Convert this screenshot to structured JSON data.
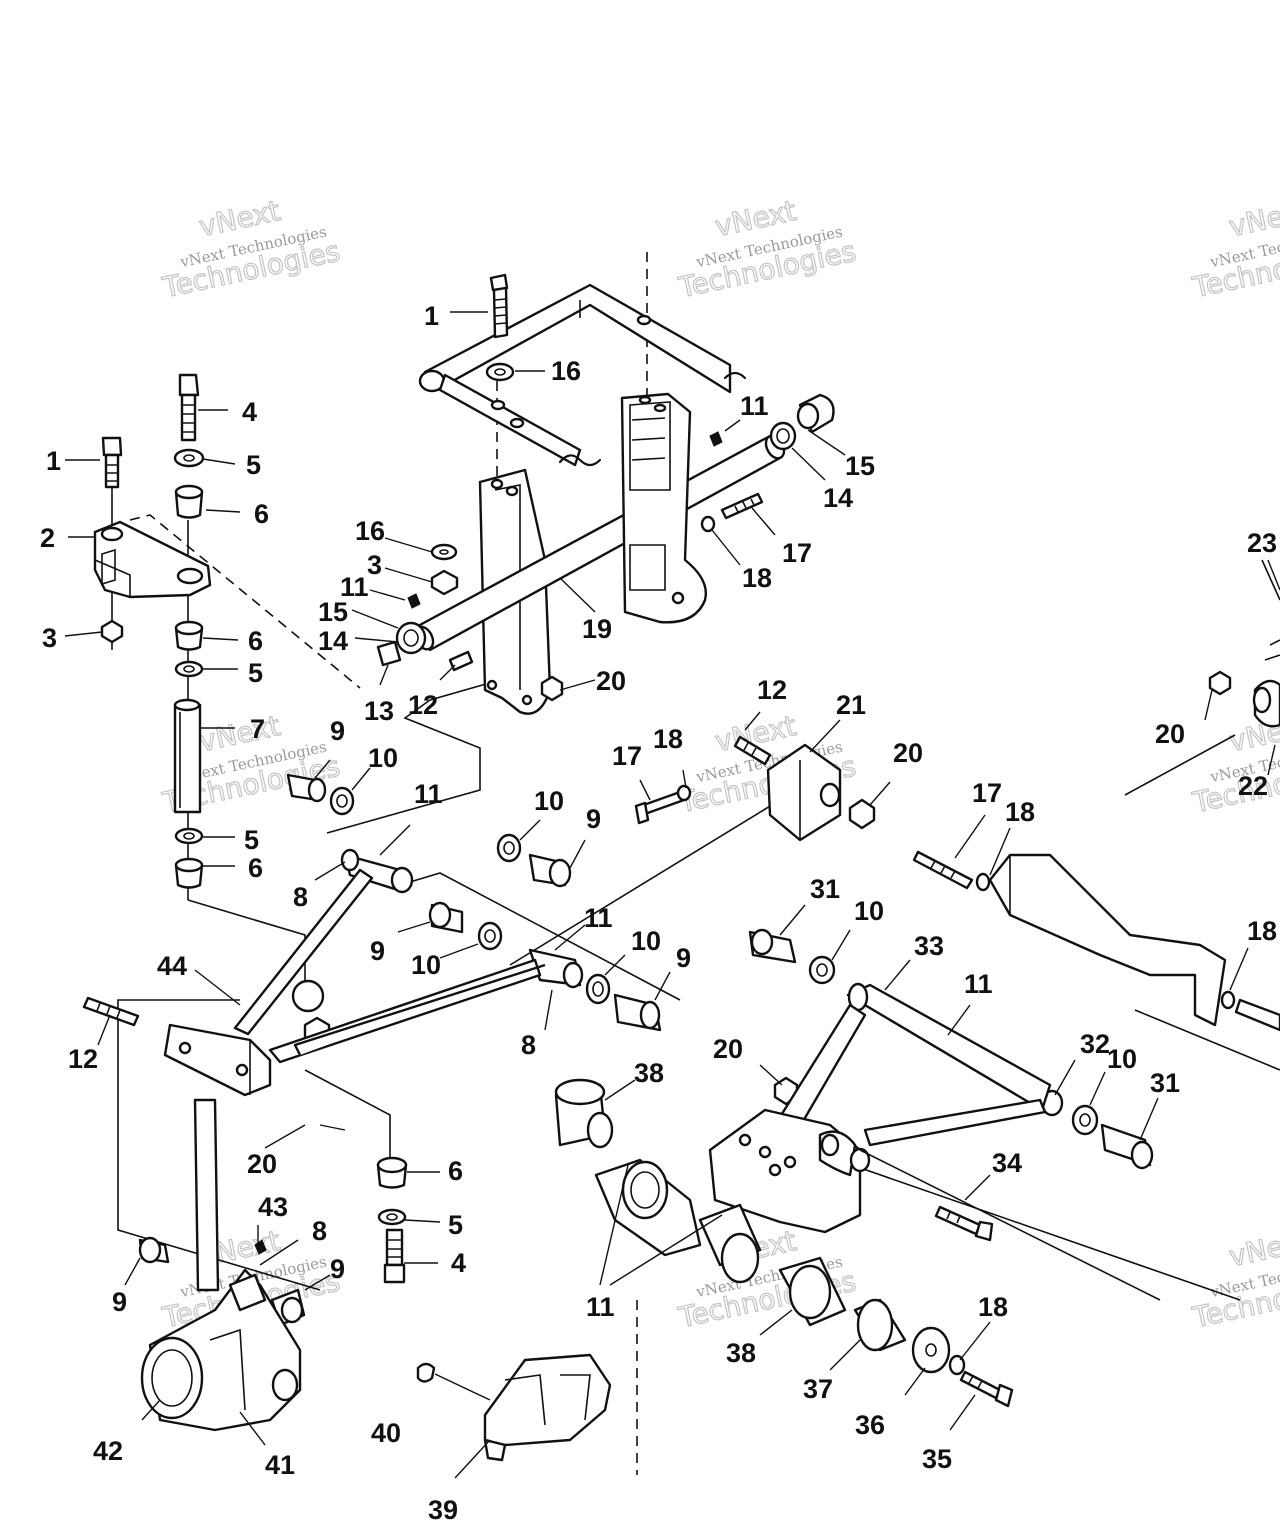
{
  "watermark": {
    "line1": "vNext",
    "line2": "vNext Technologies",
    "line3": "Technologies"
  },
  "callouts": [
    {
      "id": "c1a",
      "text": "1"
    },
    {
      "id": "c16a",
      "text": "16"
    },
    {
      "id": "c11a",
      "text": "11"
    },
    {
      "id": "c15a",
      "text": "15"
    },
    {
      "id": "c14a",
      "text": "14"
    },
    {
      "id": "c17a",
      "text": "17"
    },
    {
      "id": "c18a",
      "text": "18"
    },
    {
      "id": "c4a",
      "text": "4"
    },
    {
      "id": "c5a",
      "text": "5"
    },
    {
      "id": "c6a",
      "text": "6"
    },
    {
      "id": "c1b",
      "text": "1"
    },
    {
      "id": "c2",
      "text": "2"
    },
    {
      "id": "c16b",
      "text": "16"
    },
    {
      "id": "c3a",
      "text": "3"
    },
    {
      "id": "c11b",
      "text": "11"
    },
    {
      "id": "c15b",
      "text": "15"
    },
    {
      "id": "c14b",
      "text": "14"
    },
    {
      "id": "c19",
      "text": "19"
    },
    {
      "id": "c3b",
      "text": "3"
    },
    {
      "id": "c6b",
      "text": "6"
    },
    {
      "id": "c5b",
      "text": "5"
    },
    {
      "id": "c13",
      "text": "13"
    },
    {
      "id": "c12a",
      "text": "12"
    },
    {
      "id": "c20a",
      "text": "20"
    },
    {
      "id": "c12b",
      "text": "12"
    },
    {
      "id": "c21",
      "text": "21"
    },
    {
      "id": "c7",
      "text": "7"
    },
    {
      "id": "c9a",
      "text": "9"
    },
    {
      "id": "c10a",
      "text": "10"
    },
    {
      "id": "c17b",
      "text": "17"
    },
    {
      "id": "c18b",
      "text": "18"
    },
    {
      "id": "c20b",
      "text": "20"
    },
    {
      "id": "c11c",
      "text": "11"
    },
    {
      "id": "c10b",
      "text": "10"
    },
    {
      "id": "c9b",
      "text": "9"
    },
    {
      "id": "c17c",
      "text": "17"
    },
    {
      "id": "c18c",
      "text": "18"
    },
    {
      "id": "c5c",
      "text": "5"
    },
    {
      "id": "c6c",
      "text": "6"
    },
    {
      "id": "c8a",
      "text": "8"
    },
    {
      "id": "c11d",
      "text": "11"
    },
    {
      "id": "c31a",
      "text": "31"
    },
    {
      "id": "c10c",
      "text": "10"
    },
    {
      "id": "c33",
      "text": "33"
    },
    {
      "id": "c9c",
      "text": "9"
    },
    {
      "id": "c10d",
      "text": "10"
    },
    {
      "id": "c10e",
      "text": "10"
    },
    {
      "id": "c9d",
      "text": "9"
    },
    {
      "id": "c11e",
      "text": "11"
    },
    {
      "id": "c44",
      "text": "44"
    },
    {
      "id": "c18d",
      "text": "18"
    },
    {
      "id": "c12c",
      "text": "12"
    },
    {
      "id": "c8b",
      "text": "8"
    },
    {
      "id": "c20c",
      "text": "20"
    },
    {
      "id": "c32",
      "text": "32"
    },
    {
      "id": "c10f",
      "text": "10"
    },
    {
      "id": "c38a",
      "text": "38"
    },
    {
      "id": "c31b",
      "text": "31"
    },
    {
      "id": "c20d",
      "text": "20"
    },
    {
      "id": "c6d",
      "text": "6"
    },
    {
      "id": "c34",
      "text": "34"
    },
    {
      "id": "c43",
      "text": "43"
    },
    {
      "id": "c8c",
      "text": "8"
    },
    {
      "id": "c5d",
      "text": "5"
    },
    {
      "id": "c9e",
      "text": "9"
    },
    {
      "id": "c4b",
      "text": "4"
    },
    {
      "id": "c9f",
      "text": "9"
    },
    {
      "id": "c11f",
      "text": "11"
    },
    {
      "id": "c18e",
      "text": "18"
    },
    {
      "id": "c38b",
      "text": "38"
    },
    {
      "id": "c37",
      "text": "37"
    },
    {
      "id": "c40",
      "text": "40"
    },
    {
      "id": "c36",
      "text": "36"
    },
    {
      "id": "c42",
      "text": "42"
    },
    {
      "id": "c41",
      "text": "41"
    },
    {
      "id": "c35",
      "text": "35"
    },
    {
      "id": "c39",
      "text": "39"
    },
    {
      "id": "c23",
      "text": "23"
    },
    {
      "id": "c20e",
      "text": "20"
    },
    {
      "id": "c22",
      "text": "22"
    }
  ]
}
